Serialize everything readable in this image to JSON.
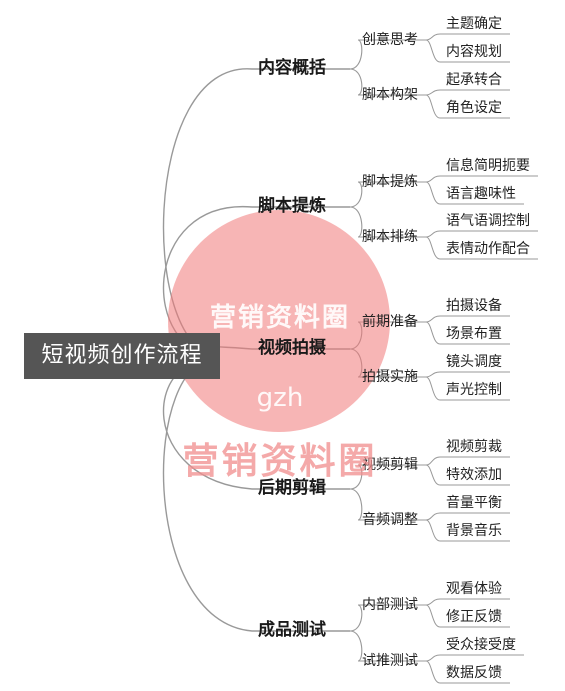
{
  "root": "短视频创作流程",
  "branches": [
    {
      "label": "内容概括",
      "children": [
        {
          "label": "创意思考",
          "leaves": [
            "主题确定",
            "内容规划"
          ]
        },
        {
          "label": "脚本构架",
          "leaves": [
            "起承转合",
            "角色设定"
          ]
        }
      ]
    },
    {
      "label": "脚本提炼",
      "children": [
        {
          "label": "脚本提炼",
          "leaves": [
            "信息简明扼要",
            "语言趣味性"
          ]
        },
        {
          "label": "脚本排练",
          "leaves": [
            "语气语调控制",
            "表情动作配合"
          ]
        }
      ]
    },
    {
      "label": "视频拍摄",
      "children": [
        {
          "label": "前期准备",
          "leaves": [
            "拍摄设备",
            "场景布置"
          ]
        },
        {
          "label": "拍摄实施",
          "leaves": [
            "镜头调度",
            "声光控制"
          ]
        }
      ]
    },
    {
      "label": "后期剪辑",
      "children": [
        {
          "label": "视频剪辑",
          "leaves": [
            "视频剪裁",
            "特效添加"
          ]
        },
        {
          "label": "音频调整",
          "leaves": [
            "音量平衡",
            "背景音乐"
          ]
        }
      ]
    },
    {
      "label": "成品测试",
      "children": [
        {
          "label": "内部测试",
          "leaves": [
            "观看体验",
            "修正反馈"
          ]
        },
        {
          "label": "试推测试",
          "leaves": [
            "受众接受度",
            "数据反馈"
          ]
        }
      ]
    }
  ],
  "watermark": {
    "line1": "营销资料圈",
    "line2": "gzh",
    "line3": "营销资料圈",
    "circle_color": "#f07878"
  },
  "colors": {
    "root_fill": "#555555",
    "root_text": "#ffffff",
    "line": "#999999"
  }
}
